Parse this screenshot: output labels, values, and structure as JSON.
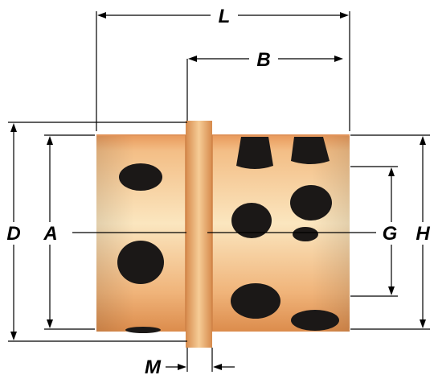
{
  "labels": {
    "L": "L",
    "B": "B",
    "D": "D",
    "A": "A",
    "G": "G",
    "H": "H",
    "M": "M"
  },
  "colors": {
    "bronze_light": "#f6d6a6",
    "bronze_mid": "#eeaa6a",
    "bronze_dark": "#d98a4a",
    "plug": "#1a1716",
    "line": "#000000"
  }
}
